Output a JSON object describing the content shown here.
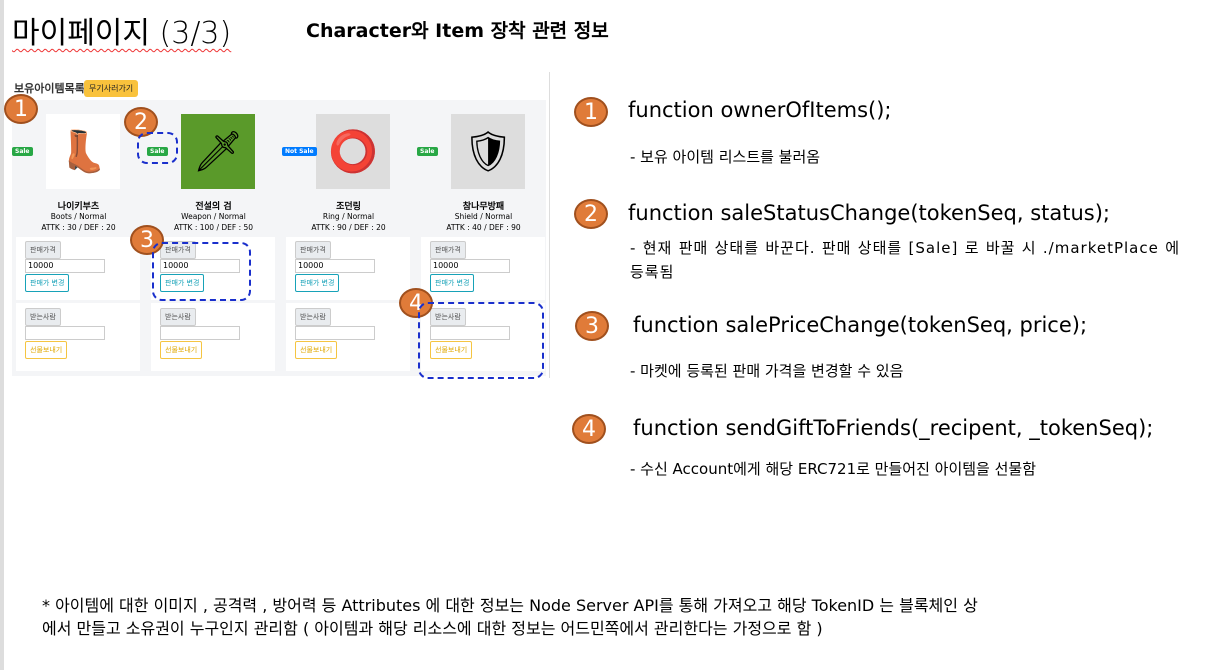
{
  "title": "마이페이지 (3/3)",
  "subtitle": "Character와 Item 장착 관련 정보",
  "panel": {
    "heading": "보유아이템목록",
    "buy_button": "무기사러가기",
    "items": [
      {
        "name": "나이키부츠",
        "type": "Boots / Normal",
        "stats": "ATTK : 30 / DEF : 20",
        "badge": "Sale",
        "price_label": "판매가격",
        "price": "10000",
        "price_button": "판매가 변경",
        "recipient_label": "받는사람",
        "recipient": "",
        "gift_button": "선물보내기",
        "icon": "boots-icon"
      },
      {
        "name": "전설의 검",
        "type": "Weapon / Normal",
        "stats": "ATTK : 100 / DEF : 50",
        "badge": "Sale",
        "price_label": "판매가격",
        "price": "10000",
        "price_button": "판매가 변경",
        "recipient_label": "받는사람",
        "recipient": "",
        "gift_button": "선물보내기",
        "icon": "sword-icon"
      },
      {
        "name": "조던링",
        "type": "Ring / Normal",
        "stats": "ATTK : 90 / DEF : 20",
        "badge": "Not Sale",
        "price_label": "판매가격",
        "price": "10000",
        "price_button": "판매가 변경",
        "recipient_label": "받는사람",
        "recipient": "",
        "gift_button": "선물보내기",
        "icon": "ring-icon"
      },
      {
        "name": "참나무방패",
        "type": "Shield / Normal",
        "stats": "ATTK : 40 / DEF : 90",
        "badge": "Sale",
        "price_label": "판매가격",
        "price": "10000",
        "price_button": "판매가 변경",
        "recipient_label": "받는사람",
        "recipient": "",
        "gift_button": "선물보내기",
        "icon": "shield-icon"
      }
    ]
  },
  "functions": [
    {
      "num": "1",
      "name": "function ownerOfItems();",
      "desc": "- 보유 아이템 리스트를 불러옴"
    },
    {
      "num": "2",
      "name": "function saleStatusChange(tokenSeq, status);",
      "desc": "- 현재 판매 상태를 바꾼다. 판매 상태를 [Sale] 로 바꿀 시 ./marketPlace 에 등록됨"
    },
    {
      "num": "3",
      "name": "function salePriceChange(tokenSeq, price);",
      "desc": "- 마켓에 등록된 판매 가격을 변경할 수 있음"
    },
    {
      "num": "4",
      "name": "function sendGiftToFriends(_recipent, _tokenSeq);",
      "desc": "- 수신 Account에게 해당 ERC721로 만들어진 아이템을 선물함"
    }
  ],
  "footnote": [
    "* 아이템에 대한 이미지 , 공격력 , 방어력 등 Attributes 에 대한 정보는 Node Server API를 통해 가져오고 해당 TokenID 는 블록체인 상",
    "에서 만들고 소유권이 누구인지 관리함 ( 아이템과 해당 리소스에 대한 정보는 어드민쪽에서 관리한다는 가정으로 함 )"
  ],
  "colors": {
    "sale": "#28a745",
    "not_sale": "#007bff",
    "accent": "#e07b39",
    "dash": "#1a2fcc"
  }
}
